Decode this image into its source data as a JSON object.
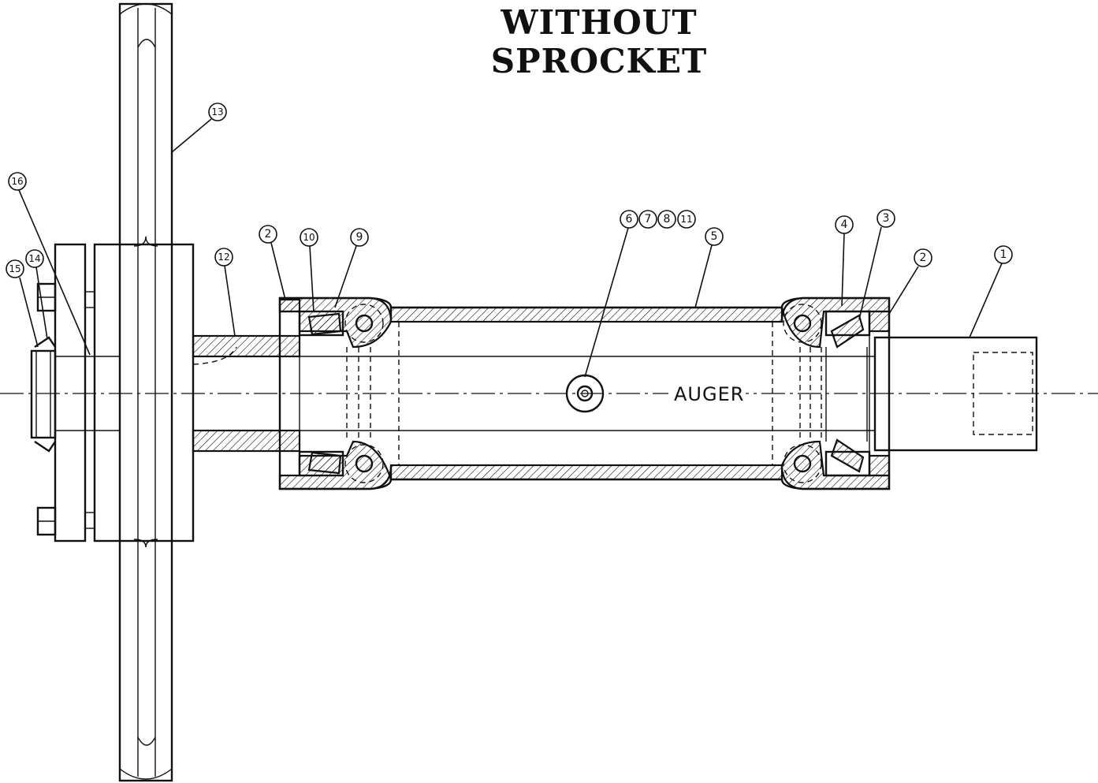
{
  "title": "WITHOUT SPROCKET",
  "centerline_label": "AUGER",
  "balloons": [
    {
      "id": "b1",
      "label": "1"
    },
    {
      "id": "b2a",
      "label": "2"
    },
    {
      "id": "b2b",
      "label": "2"
    },
    {
      "id": "b3",
      "label": "3"
    },
    {
      "id": "b4",
      "label": "4"
    },
    {
      "id": "b5",
      "label": "5"
    },
    {
      "id": "b6",
      "label": "6"
    },
    {
      "id": "b7",
      "label": "7"
    },
    {
      "id": "b8",
      "label": "8"
    },
    {
      "id": "b11",
      "label": "11"
    },
    {
      "id": "b9",
      "label": "9"
    },
    {
      "id": "b10",
      "label": "10"
    },
    {
      "id": "b12",
      "label": "12"
    },
    {
      "id": "b13",
      "label": "13"
    },
    {
      "id": "b14",
      "label": "14"
    },
    {
      "id": "b15",
      "label": "15"
    },
    {
      "id": "b16",
      "label": "16"
    }
  ]
}
